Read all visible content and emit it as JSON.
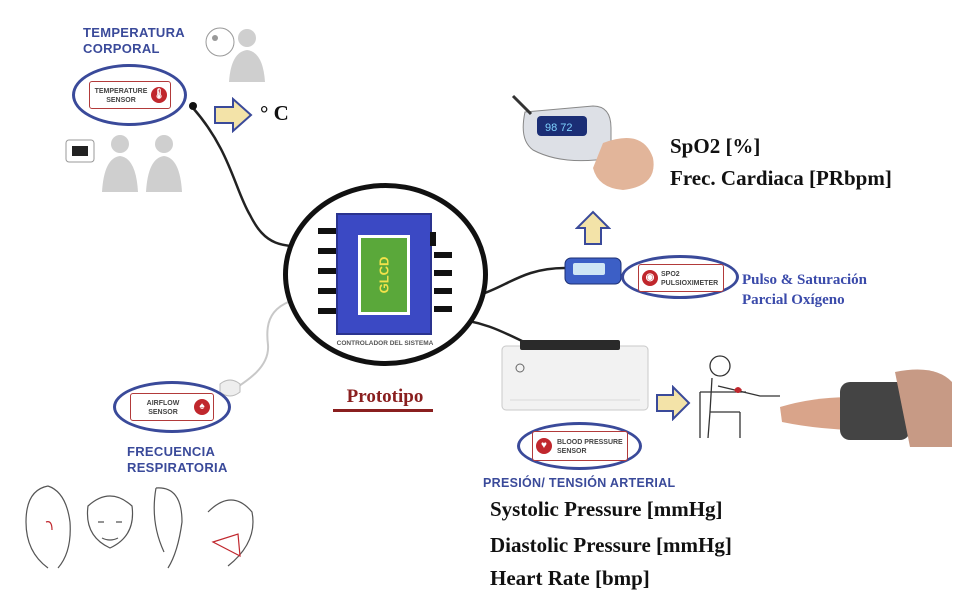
{
  "temperature": {
    "title_line1": "TEMPERATURA",
    "title_line2": "CORPORAL",
    "sensor_line1": "TEMPERATURE",
    "sensor_line2": "SENSOR",
    "unit": "° C"
  },
  "controller": {
    "display_label": "GLCD",
    "caption": "CONTROLADOR DEL SISTEMA",
    "name": "Prototipo"
  },
  "spo2": {
    "readout_line1": "SpO2 [%]",
    "readout_line2": "Frec. Cardiaca [PRbpm]",
    "sensor_line1": "SPO2",
    "sensor_line2": "PULSIOXIMETER",
    "desc_line1": "Pulso & Saturación",
    "desc_line2": "Parcial Oxígeno"
  },
  "airflow": {
    "sensor_line1": "AIRFLOW",
    "sensor_line2": "SENSOR",
    "title_line1": "FRECUENCIA",
    "title_line2": "RESPIRATORIA"
  },
  "blood_pressure": {
    "sensor_line1": "BLOOD PRESSURE",
    "sensor_line2": "SENSOR",
    "title": "PRESIÓN/ TENSIÓN ARTERIAL",
    "readout_line1": "Systolic Pressure  [mmHg]",
    "readout_line2": "Diastolic Pressure [mmHg]",
    "readout_line3": "Heart Rate [bmp]"
  },
  "colors": {
    "accent_blue": "#3a4a9a",
    "controller_blue": "#3b49c4",
    "display_green": "#5aa83a",
    "sensor_red": "#c0272d",
    "arrow_fill": "#f3e3a8"
  }
}
